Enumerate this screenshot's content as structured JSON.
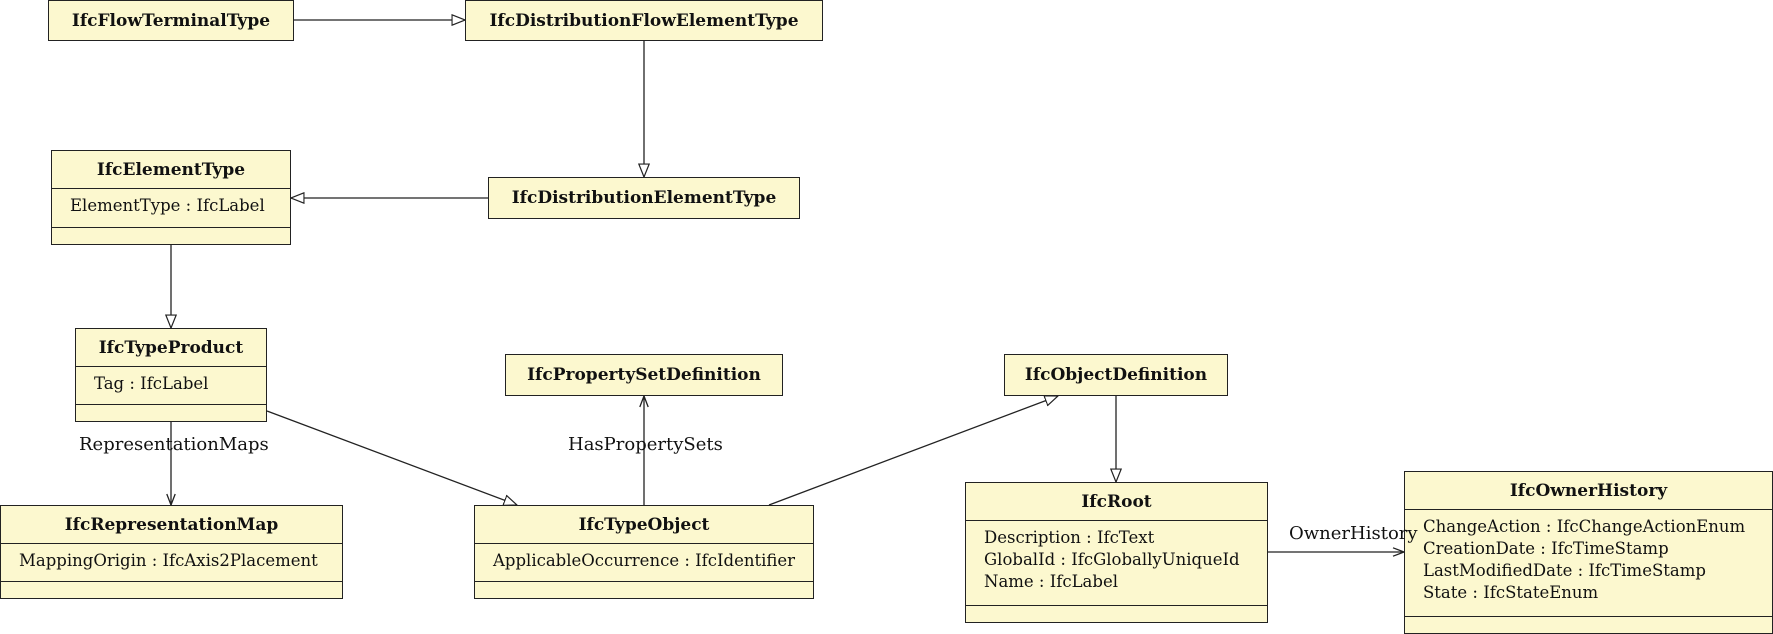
{
  "classes": {
    "flow_terminal_type": {
      "name": "IfcFlowTerminalType"
    },
    "distribution_flow_element_type": {
      "name": "IfcDistributionFlowElementType"
    },
    "element_type": {
      "name": "IfcElementType",
      "attributes": [
        "ElementType : IfcLabel"
      ]
    },
    "distribution_element_type": {
      "name": "IfcDistributionElementType"
    },
    "type_product": {
      "name": "IfcTypeProduct",
      "attributes": [
        "Tag : IfcLabel"
      ]
    },
    "property_set_definition": {
      "name": "IfcPropertySetDefinition"
    },
    "object_definition": {
      "name": "IfcObjectDefinition"
    },
    "representation_map": {
      "name": "IfcRepresentationMap",
      "attributes": [
        "MappingOrigin : IfcAxis2Placement"
      ]
    },
    "type_object": {
      "name": "IfcTypeObject",
      "attributes": [
        "ApplicableOccurrence : IfcIdentifier"
      ]
    },
    "root": {
      "name": "IfcRoot",
      "attributes": [
        "Description : IfcText",
        "GlobalId : IfcGloballyUniqueId",
        "Name : IfcLabel"
      ]
    },
    "owner_history": {
      "name": "IfcOwnerHistory",
      "attributes": [
        "ChangeAction : IfcChangeActionEnum",
        "CreationDate : IfcTimeStamp",
        "LastModifiedDate : IfcTimeStamp",
        "State : IfcStateEnum"
      ]
    }
  },
  "associations": {
    "representation_maps": "RepresentationMaps",
    "has_property_sets": "HasPropertySets",
    "owner_history": "OwnerHistory"
  },
  "colors": {
    "box_fill": "#fcf8cf",
    "line": "#222222"
  }
}
